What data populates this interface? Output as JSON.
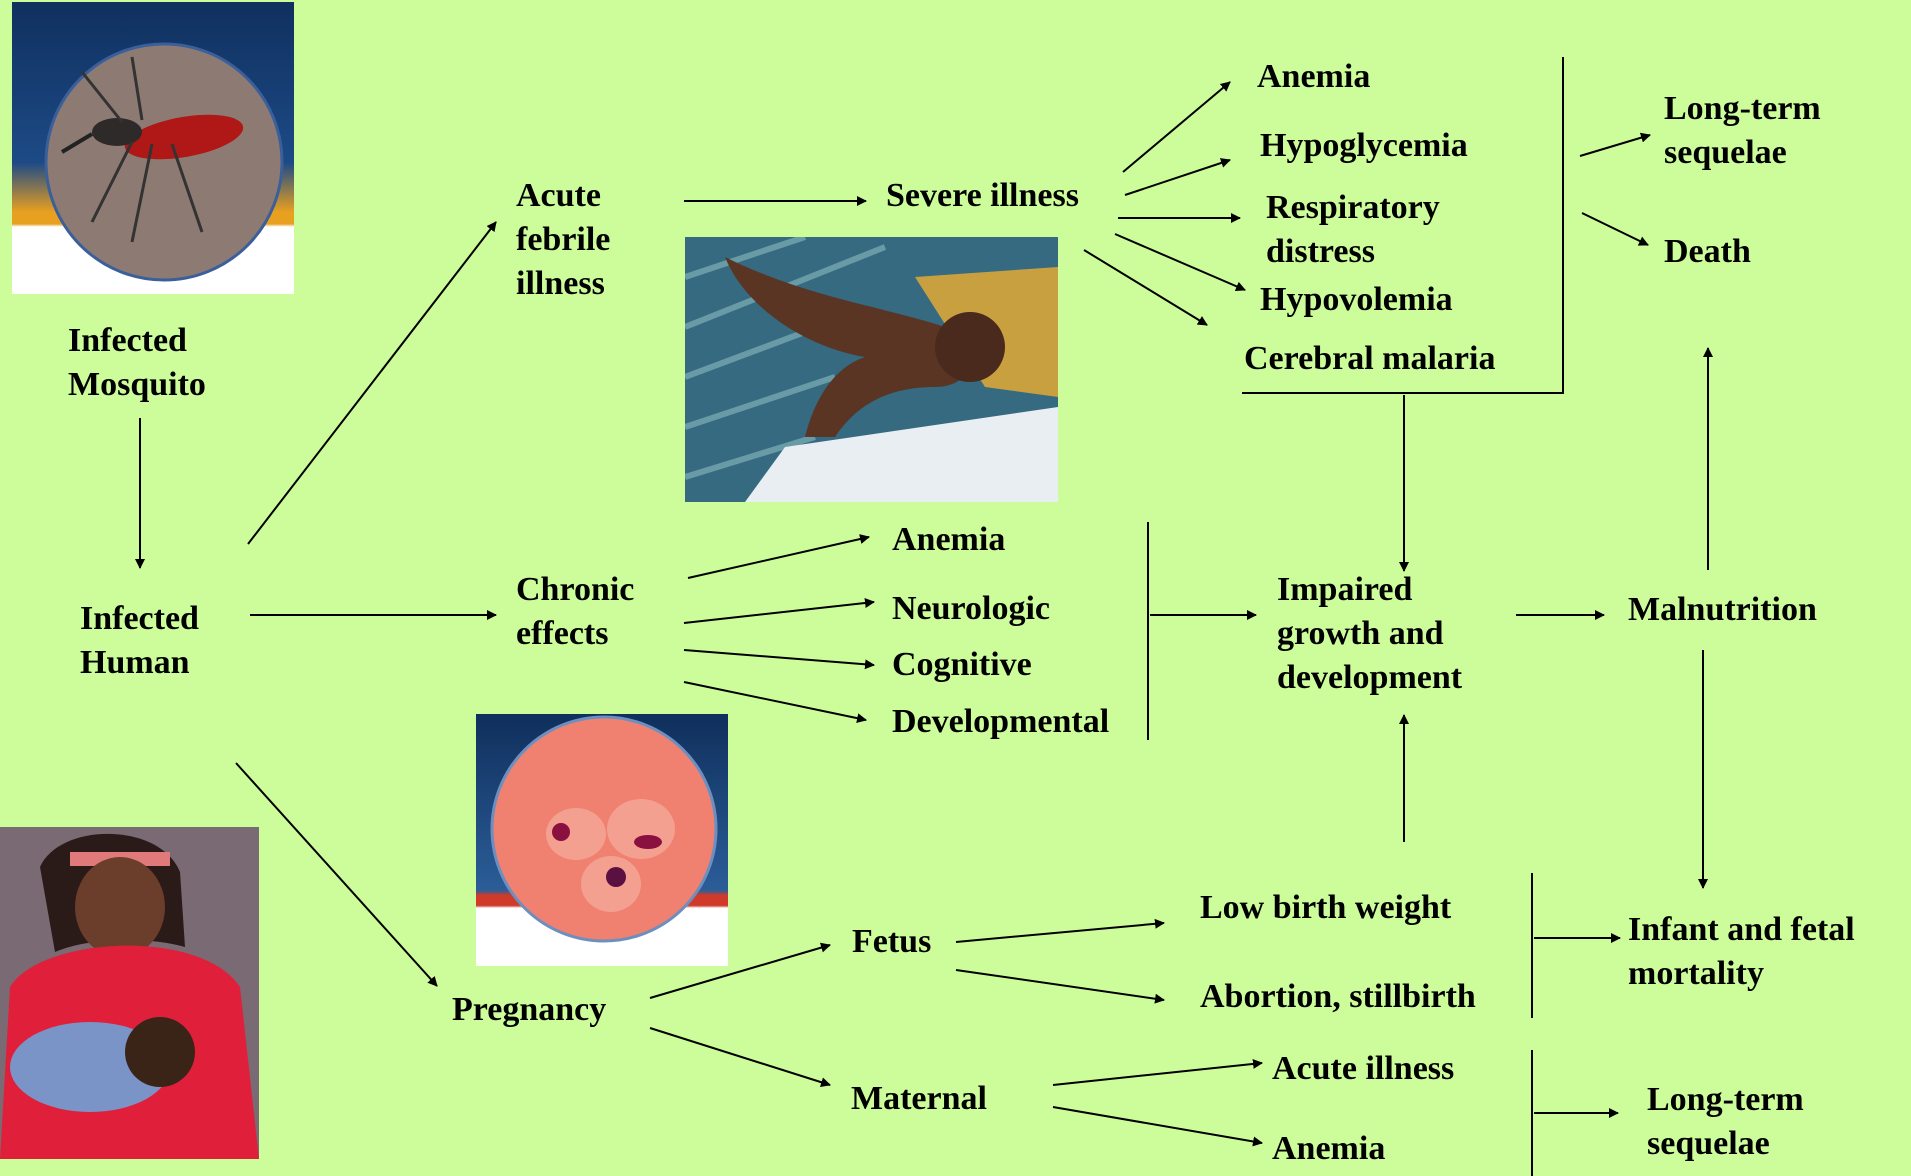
{
  "nodes": {
    "infected_mosquito": [
      "Infected",
      "Mosquito"
    ],
    "infected_human": [
      "Infected",
      "Human"
    ],
    "acute_febrile": [
      "Acute",
      "febrile",
      "illness"
    ],
    "severe_illness": [
      "Severe illness"
    ],
    "severe_anemia": [
      "Anemia"
    ],
    "hypoglycemia": [
      "Hypoglycemia"
    ],
    "respiratory_distress": [
      "Respiratory",
      "distress"
    ],
    "hypovolemia": [
      "Hypovolemia"
    ],
    "cerebral_malaria": [
      "Cerebral malaria"
    ],
    "long_term_top": [
      "Long-term",
      "sequelae"
    ],
    "death": [
      "Death"
    ],
    "chronic_effects": [
      "Chronic",
      "effects"
    ],
    "chronic_anemia": [
      "Anemia"
    ],
    "neurologic": [
      "Neurologic"
    ],
    "cognitive": [
      "Cognitive"
    ],
    "developmental": [
      "Developmental"
    ],
    "impaired_growth": [
      "Impaired",
      "growth and",
      "development"
    ],
    "malnutrition": [
      "Malnutrition"
    ],
    "pregnancy": [
      "Pregnancy"
    ],
    "fetus": [
      "Fetus"
    ],
    "maternal": [
      "Maternal"
    ],
    "low_birth_weight": [
      "Low birth weight"
    ],
    "abortion_stillbirth": [
      "Abortion, stillbirth"
    ],
    "infant_fetal_mortality": [
      "Infant and fetal",
      "mortality"
    ],
    "acute_illness": [
      "Acute illness"
    ],
    "maternal_anemia": [
      "Anemia"
    ],
    "long_term_bottom": [
      "Long-term",
      "sequelae"
    ]
  },
  "images": [
    {
      "name": "mosquito-photo",
      "icon": "mosquito-icon"
    },
    {
      "name": "sick-child-photo",
      "icon": "sick-child-icon"
    },
    {
      "name": "blood-cell-photo",
      "icon": "blood-cell-icon"
    },
    {
      "name": "mother-infant-photo",
      "icon": "mother-infant-icon"
    }
  ],
  "colors": {
    "background": "#cdfd9b",
    "text": "#000000",
    "arrow": "#000000"
  }
}
